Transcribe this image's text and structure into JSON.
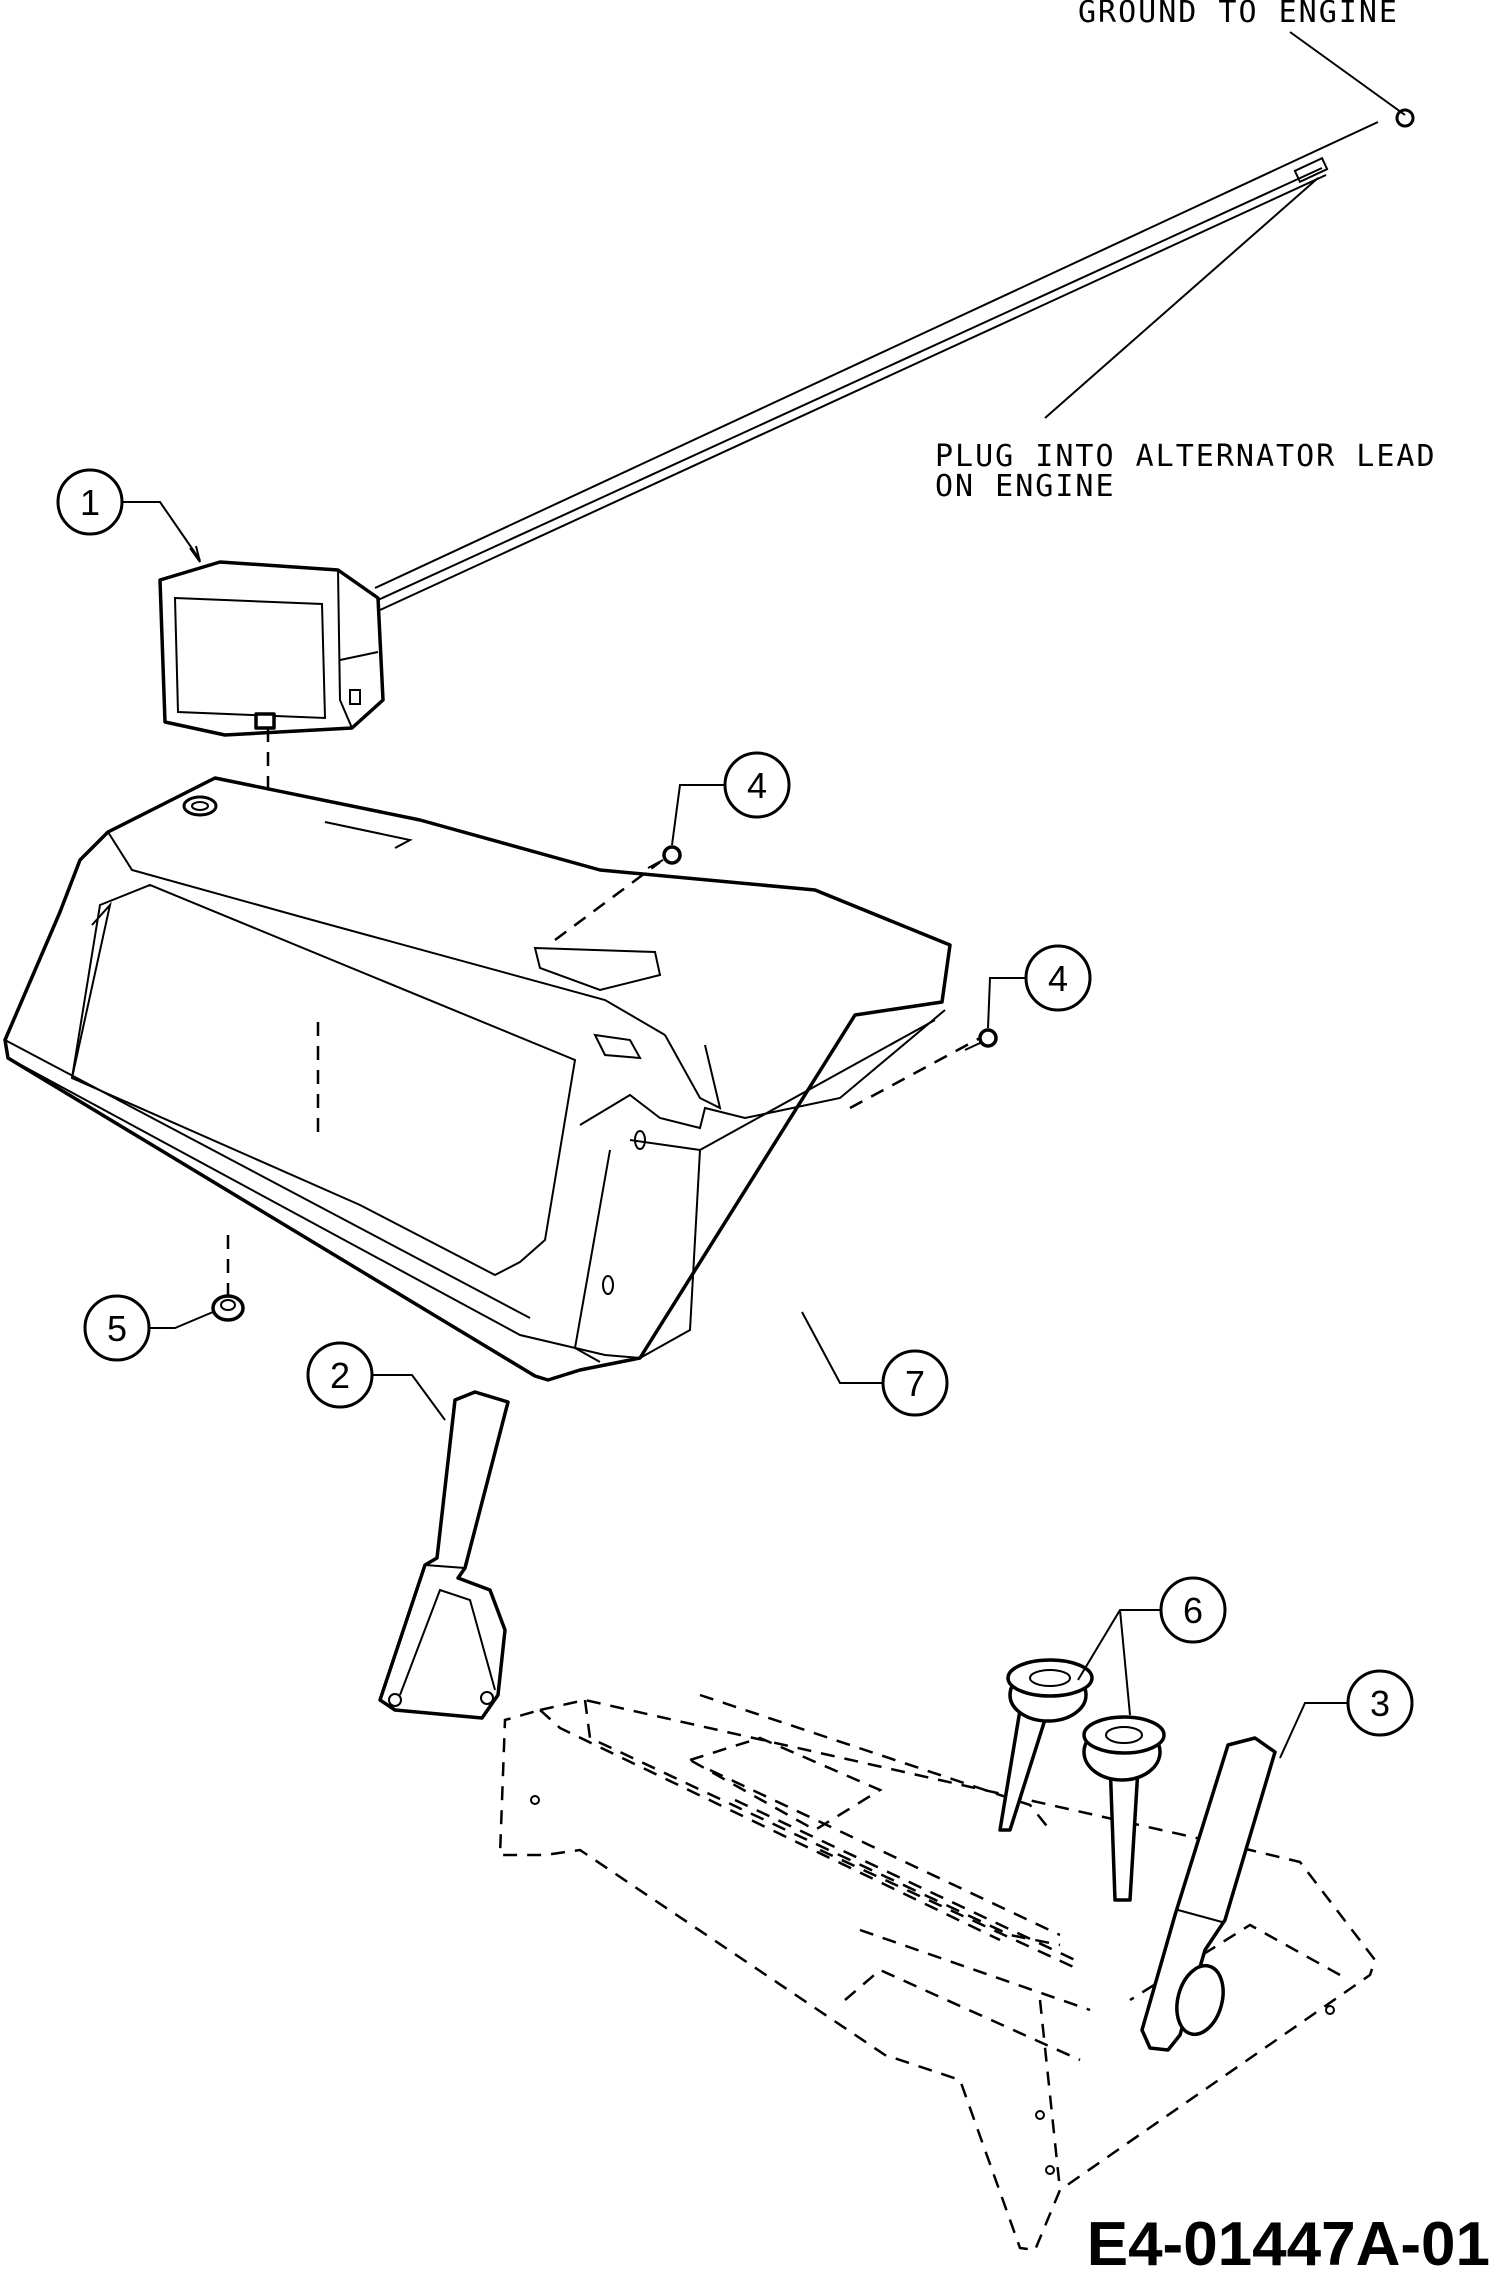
{
  "annotations": {
    "ground": "GROUND TO ENGINE",
    "plug_line1": "PLUG INTO ALTERNATOR LEAD",
    "plug_line2": "ON ENGINE"
  },
  "callouts": [
    "1",
    "2",
    "3",
    "4",
    "4",
    "5",
    "6",
    "7"
  ],
  "drawing_id": "E4-01447A-01"
}
